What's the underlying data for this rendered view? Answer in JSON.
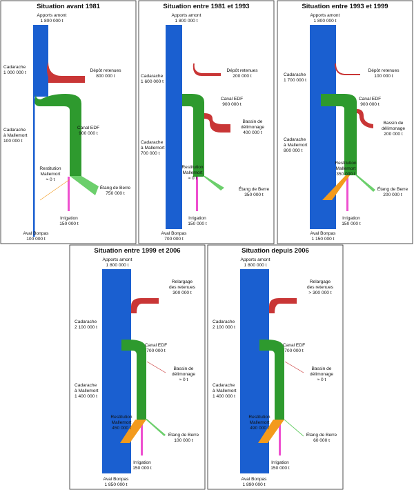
{
  "colors": {
    "river": "#1a5fd0",
    "depot": "#c93636",
    "canal": "#2e9a2e",
    "berre": "#6ccf6c",
    "irrigation": "#ee4fcf",
    "restitution": "#f39a1c",
    "frame": "#222222"
  },
  "panels": [
    {
      "title": "Situation avant 1981",
      "apports": [
        "Apports amont",
        "1 800 000 t"
      ],
      "cadarache": [
        "Cadarache",
        "1 000 000 t"
      ],
      "depot": [
        "Dépôt retenues",
        "800 000 t"
      ],
      "canal": [
        "Canal EDF",
        "900 000 t"
      ],
      "bassin": [
        "",
        "",
        ""
      ],
      "mallemort": [
        "Cadarache",
        "à Mallemort",
        "100 000 t"
      ],
      "restitution": [
        "Restitution",
        "Mallemort",
        "≈ 0 t"
      ],
      "berre": [
        "Étang de Berre",
        "750 000 t"
      ],
      "irrigation": [
        "Irrigation",
        "150 000 t"
      ],
      "aval": [
        "Aval Bonpas",
        "100 000 t"
      ]
    },
    {
      "title": "Situation entre 1981 et 1993",
      "apports": [
        "Apports amont",
        "1 800 000 t"
      ],
      "cadarache": [
        "Cadarache",
        "1 600 000 t"
      ],
      "depot": [
        "Dépôt retenues",
        "200 000 t"
      ],
      "canal": [
        "Canal EDF",
        "900 000 t"
      ],
      "bassin": [
        "Bassin de",
        "délimonage",
        "400 000 t"
      ],
      "mallemort": [
        "Cadarache",
        "à Mallemort",
        "700 000 t"
      ],
      "restitution": [
        "Restitution",
        "Mallemort",
        "≈ 0 t"
      ],
      "berre": [
        "Étang de Berre",
        "350 000 t"
      ],
      "irrigation": [
        "Irrigation",
        "150 000 t"
      ],
      "aval": [
        "Aval Bonpas",
        "700 000 t"
      ]
    },
    {
      "title": "Situation entre 1993 et 1999",
      "apports": [
        "Apports amont",
        "1 800 000 t"
      ],
      "cadarache": [
        "Cadarache",
        "1 700 000 t"
      ],
      "depot": [
        "Dépôt retenues",
        "100 000 t"
      ],
      "canal": [
        "Canal EDF",
        "900 000 t"
      ],
      "bassin": [
        "Bassin de",
        "délimonage",
        "200 000 t"
      ],
      "mallemort": [
        "Cadarache",
        "à Mallemort",
        "800 000 t"
      ],
      "restitution": [
        "Restitution",
        "Mallemort",
        "350 000 t"
      ],
      "berre": [
        "Étang de Berre",
        "200 000 t"
      ],
      "irrigation": [
        "Irrigation",
        "150 000 t"
      ],
      "aval": [
        "Aval Bonpas",
        "1 150 000 t"
      ]
    },
    {
      "title": "Situation entre 1999 et 2006",
      "apports": [
        "Apports amont",
        "1 800 000 t"
      ],
      "cadarache": [
        "Cadarache",
        "2 100 000 t"
      ],
      "depot": [
        "Relargage",
        "des retenues",
        "300 000 t"
      ],
      "canal": [
        "Canal EDF",
        "700 000 t"
      ],
      "bassin": [
        "Bassin de",
        "délimonage",
        "≈ 0 t"
      ],
      "mallemort": [
        "Cadarache",
        "à Mallemort",
        "1 400 000 t"
      ],
      "restitution": [
        "Restitution",
        "Mallemort",
        "450 000 t"
      ],
      "berre": [
        "Étang de Berre",
        "100 000 t"
      ],
      "irrigation": [
        "Irrigation",
        "150 000 t"
      ],
      "aval": [
        "Aval Bonpas",
        "1 850 000 t"
      ]
    },
    {
      "title": "Situation depuis 2006",
      "apports": [
        "Apports amont",
        "1 800 000 t"
      ],
      "cadarache": [
        "Cadarache",
        "2 100 000 t"
      ],
      "depot": [
        "Relargage",
        "des retenues",
        "> 300 000 t"
      ],
      "canal": [
        "Canal EDF",
        "700 000 t"
      ],
      "bassin": [
        "Bassin de",
        "délimonage",
        "≈ 0 t"
      ],
      "mallemort": [
        "Cadarache",
        "à Mallemort",
        "1 400 000 t"
      ],
      "restitution": [
        "Restitution",
        "Mallemort",
        "490 000 t"
      ],
      "berre": [
        "Étang de Berre",
        "60 000 t"
      ],
      "irrigation": [
        "Irrigation",
        "150 000 t"
      ],
      "aval": [
        "Aval Bonpas",
        "1 890 000 t"
      ]
    }
  ]
}
